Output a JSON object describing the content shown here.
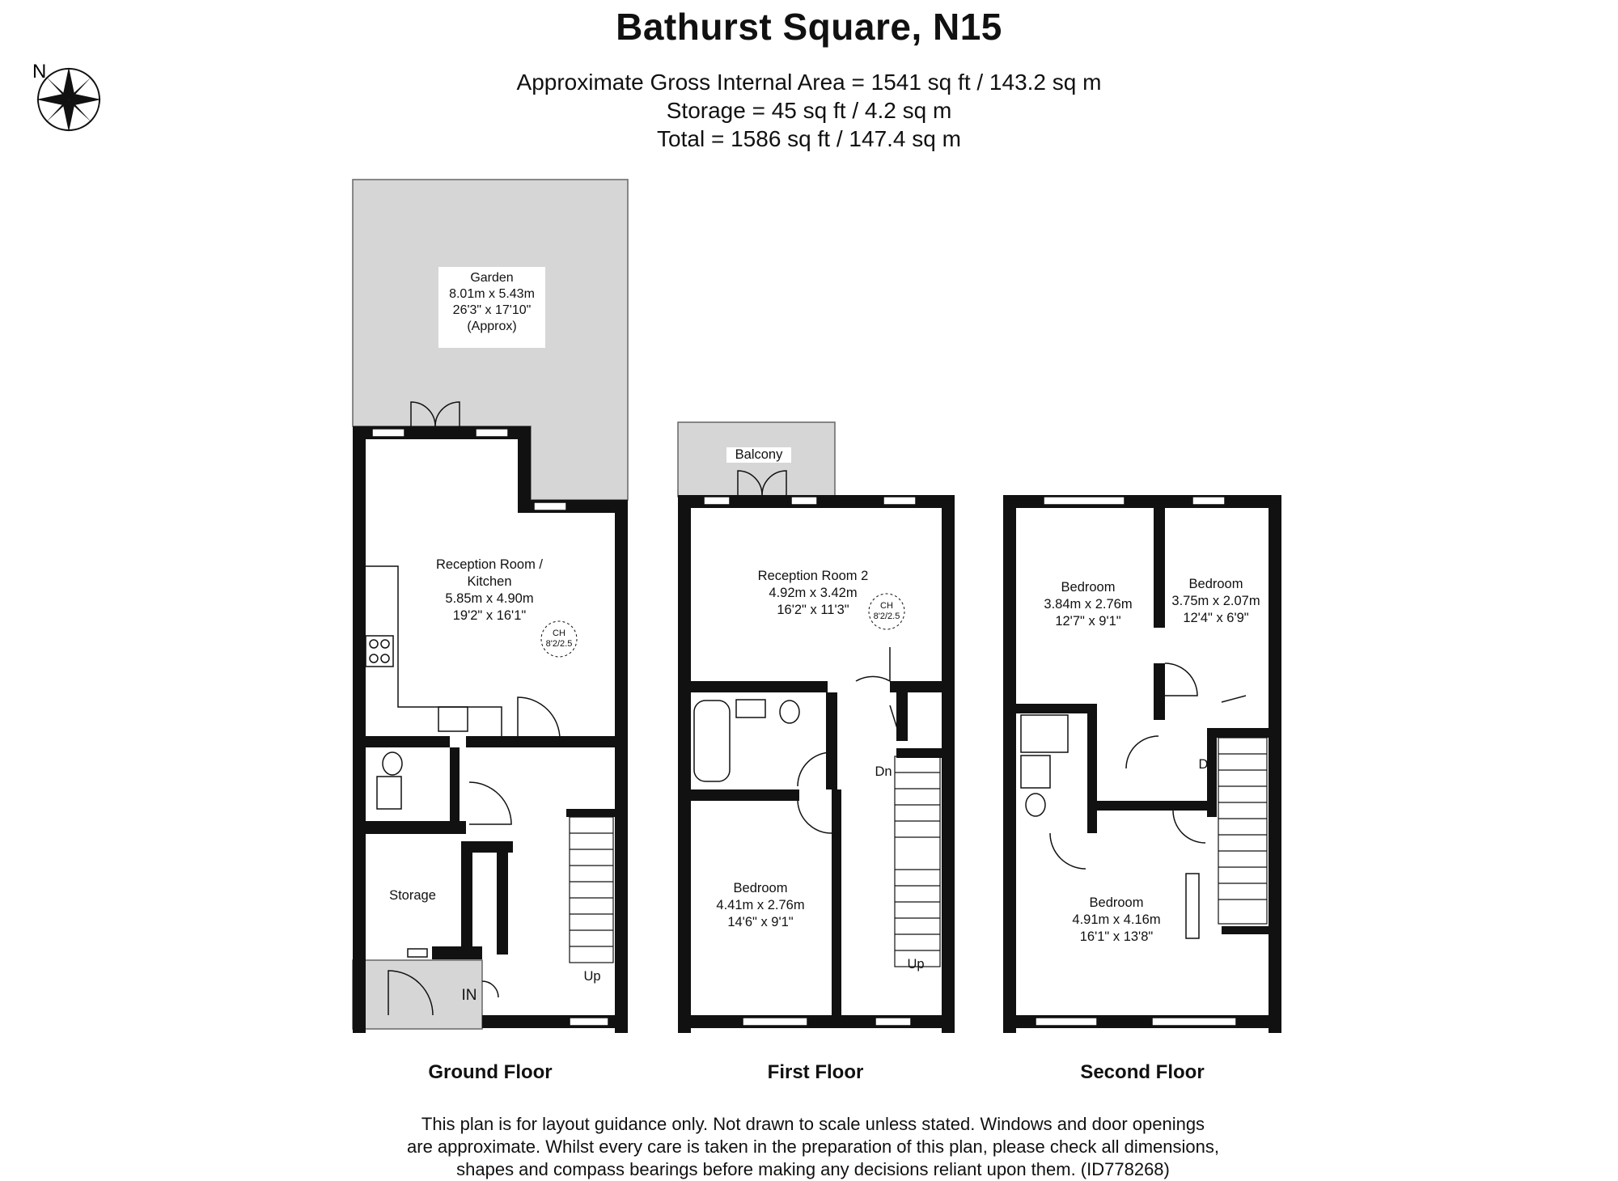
{
  "header": {
    "title": "Bathurst Square, N15",
    "area_lines": [
      "Approximate Gross Internal Area = 1541 sq ft / 143.2 sq m",
      "Storage = 45 sq ft / 4.2 sq m",
      "Total = 1586 sq ft / 147.4 sq m"
    ]
  },
  "compass": {
    "label": "N",
    "icon": "compass-rose-icon"
  },
  "floors": {
    "ground": {
      "label": "Ground Floor",
      "garden": {
        "name": "Garden",
        "metric": "8.01m x 5.43m",
        "imperial": "26'3\" x 17'10\"",
        "note": "(Approx)"
      },
      "reception": {
        "name": "Reception Room /",
        "name2": "Kitchen",
        "metric": "5.85m x 4.90m",
        "imperial": "19'2\" x 16'1\""
      },
      "ch": {
        "line1": "CH",
        "line2": "8'2/2.5"
      },
      "storage": "Storage",
      "entrance": "IN",
      "stairs": "Up"
    },
    "first": {
      "label": "First Floor",
      "balcony": "Balcony",
      "reception2": {
        "name": "Reception Room 2",
        "metric": "4.92m x 3.42m",
        "imperial": "16'2\" x 11'3\""
      },
      "ch": {
        "line1": "CH",
        "line2": "8'2/2.5"
      },
      "bedroom": {
        "name": "Bedroom",
        "metric": "4.41m x 2.76m",
        "imperial": "14'6\" x 9'1\""
      },
      "stairs_down": "Dn",
      "stairs_up": "Up"
    },
    "second": {
      "label": "Second Floor",
      "bedroom1": {
        "name": "Bedroom",
        "metric": "3.84m x 2.76m",
        "imperial": "12'7\" x 9'1\""
      },
      "bedroom2": {
        "name": "Bedroom",
        "metric": "3.75m x 2.07m",
        "imperial": "12'4\" x 6'9\""
      },
      "bedroom3": {
        "name": "Bedroom",
        "metric": "4.91m x 4.16m",
        "imperial": "16'1\" x 13'8\""
      },
      "stairs_down": "Dn"
    }
  },
  "disclaimer": [
    "This plan is for layout guidance only. Not drawn to scale unless stated. Windows and door openings",
    "are approximate. Whilst every care is taken in the preparation of this plan, please check all dimensions,",
    "shapes and compass bearings before making any decisions reliant upon them. (ID778268)"
  ],
  "colors": {
    "wall": "#111111",
    "outdoor": "#d6d6d6",
    "background": "#ffffff"
  }
}
